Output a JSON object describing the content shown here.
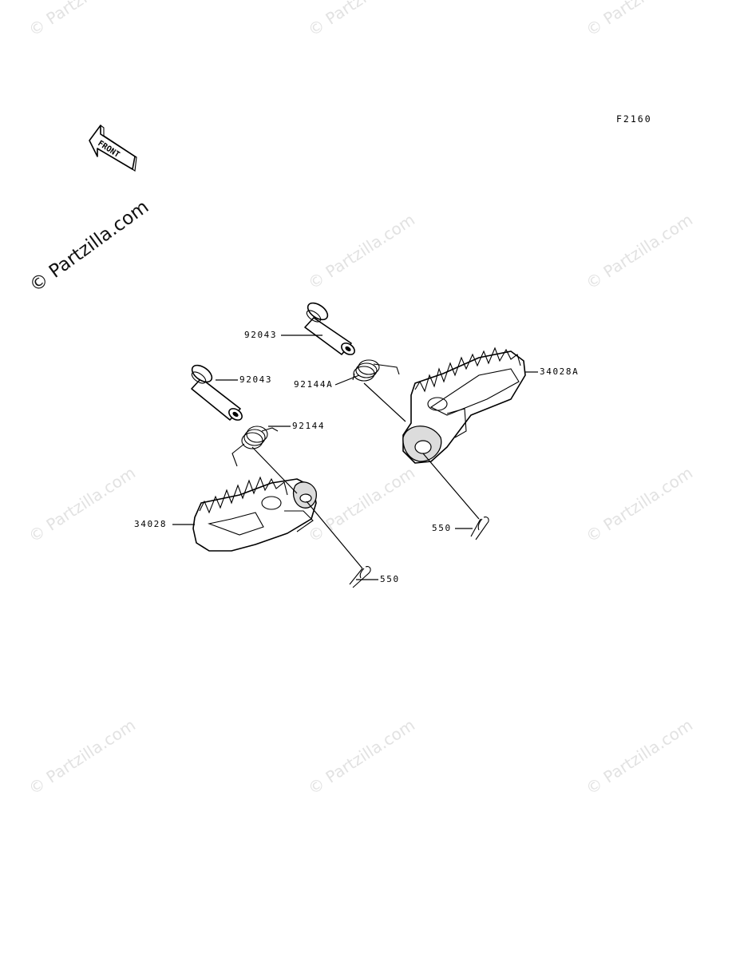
{
  "diagram": {
    "figure_code": "F2160",
    "watermark": "© Partzilla.com",
    "watermark_main": "© Partzilla.com",
    "front_arrow_text": "FRONT",
    "parts": [
      {
        "id": "92043-upper",
        "label": "92043"
      },
      {
        "id": "92144A",
        "label": "92144A"
      },
      {
        "id": "34028A",
        "label": "34028A"
      },
      {
        "id": "92043-lower",
        "label": "92043"
      },
      {
        "id": "92144",
        "label": "92144"
      },
      {
        "id": "34028",
        "label": "34028"
      },
      {
        "id": "550-right",
        "label": "550"
      },
      {
        "id": "550-left",
        "label": "550"
      }
    ]
  }
}
